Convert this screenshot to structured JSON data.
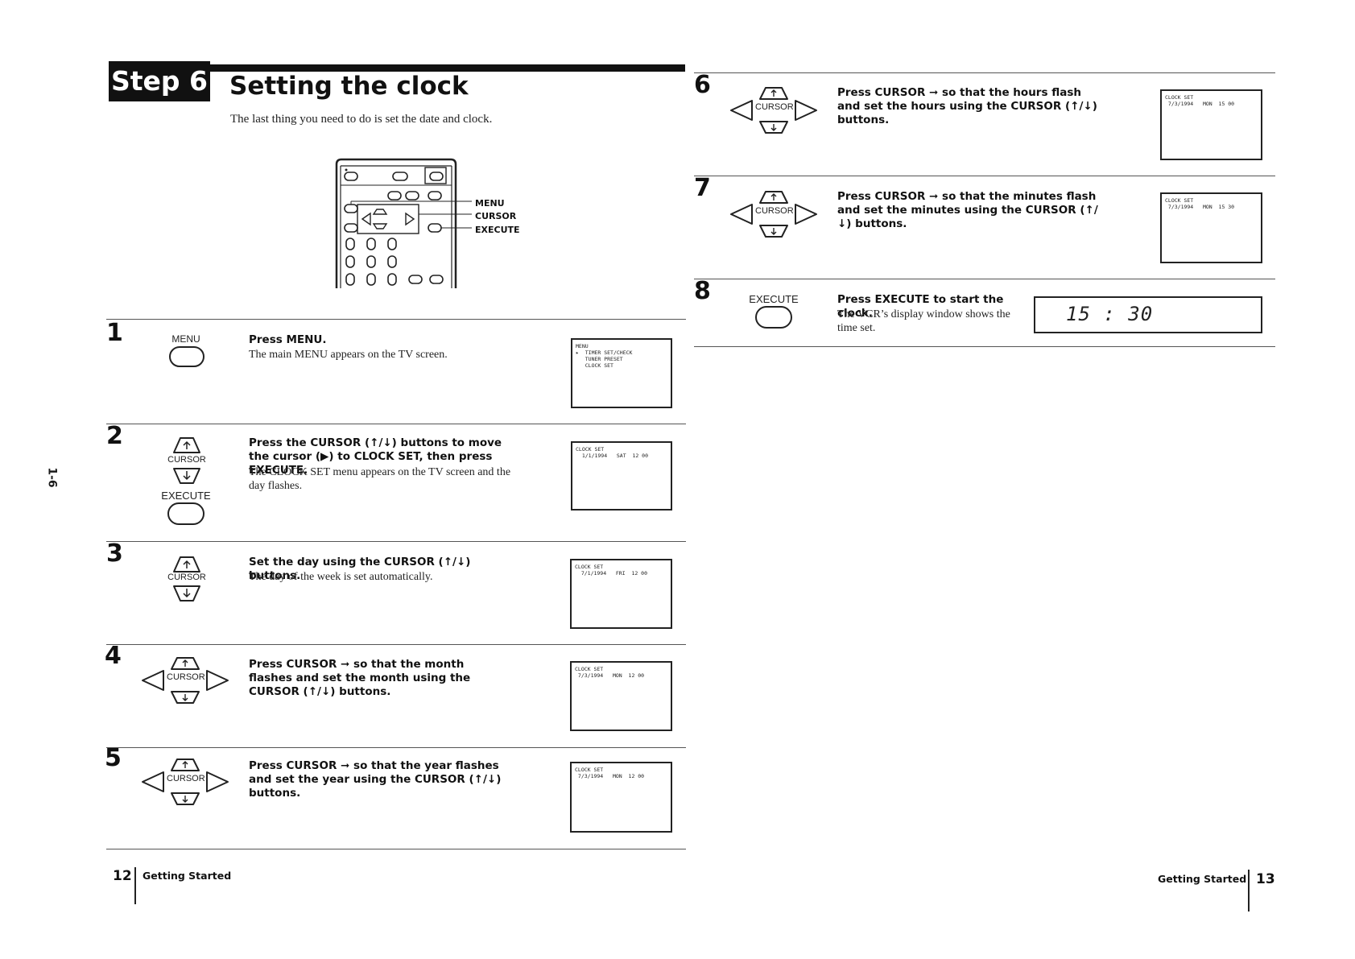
{
  "header": {
    "step_badge": "Step 6",
    "title": "Setting the clock",
    "intro": "The last thing you need to do is set the date and clock."
  },
  "side_label": "1-6",
  "remote": {
    "labels": [
      "MENU",
      "CURSOR",
      "EXECUTE"
    ]
  },
  "buttons": {
    "menu": "MENU",
    "cursor": "CURSOR",
    "execute": "EXECUTE"
  },
  "steps": [
    {
      "num": "1",
      "bold": "Press MENU.",
      "text": "The main MENU appears on the TV screen.",
      "screen": [
        "MENU",
        "▸  TIMER SET/CHECK",
        "   TUNER PRESET",
        "   CLOCK SET"
      ]
    },
    {
      "num": "2",
      "bold": "Press the CURSOR (↑/↓) buttons to move the cursor (▶) to CLOCK SET, then press EXECUTE.",
      "text": "The CLOCK SET menu appears on the TV screen and the day flashes.",
      "screen": [
        "CLOCK SET",
        "  1/1/1994   SAT  12 00"
      ]
    },
    {
      "num": "3",
      "bold": "Set the day using the CURSOR (↑/↓) buttons.",
      "text": "The day of the week is set automatically.",
      "screen": [
        "CLOCK SET",
        "  7/1/1994   FRI  12 00"
      ]
    },
    {
      "num": "4",
      "bold": "Press CURSOR ➞ so that the month flashes and set the month using the CURSOR (↑/↓) buttons.",
      "screen": [
        "CLOCK SET",
        " 7/3/1994   MON  12 00"
      ]
    },
    {
      "num": "5",
      "bold": "Press CURSOR ➞ so that the year flashes and set the year using the CURSOR (↑/↓) buttons.",
      "screen": [
        "CLOCK SET",
        " 7/3/1994   MON  12 00"
      ]
    },
    {
      "num": "6",
      "bold": "Press CURSOR ➞ so that the hours flash and set the hours using the CURSOR (↑/↓) buttons.",
      "screen": [
        "CLOCK SET",
        " 7/3/1994   MON  15 00"
      ]
    },
    {
      "num": "7",
      "bold": "Press CURSOR ➞ so that the minutes flash and set the minutes using the CURSOR (↑/↓) buttons.",
      "screen": [
        "CLOCK SET",
        " 7/3/1994   MON  15 30"
      ]
    },
    {
      "num": "8",
      "bold": "Press EXECUTE to start the clock.",
      "text": "The VCR’s display window shows the time set.",
      "display": "15 : 30"
    }
  ],
  "footer": {
    "left_page": "12",
    "left_label": "Getting Started",
    "right_label": "Getting Started",
    "right_page": "13"
  }
}
